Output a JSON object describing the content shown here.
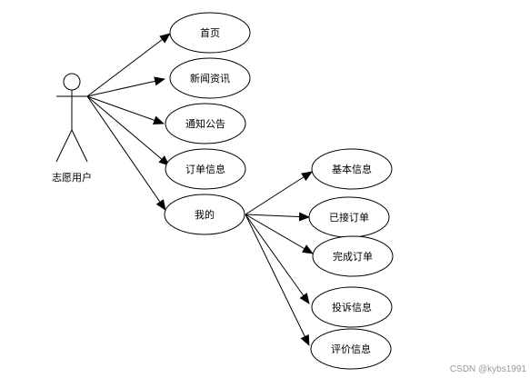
{
  "actor": {
    "label": "志愿用户"
  },
  "use_cases": [
    {
      "id": "uc-home",
      "label": "首页"
    },
    {
      "id": "uc-news",
      "label": "新闻资讯"
    },
    {
      "id": "uc-notice",
      "label": "通知公告"
    },
    {
      "id": "uc-order",
      "label": "订单信息"
    },
    {
      "id": "uc-mine",
      "label": "我的"
    },
    {
      "id": "uc-basic",
      "label": "基本信息"
    },
    {
      "id": "uc-accepted",
      "label": "已接订单"
    },
    {
      "id": "uc-done",
      "label": "完成订单"
    },
    {
      "id": "uc-complaint",
      "label": "投诉信息"
    },
    {
      "id": "uc-review",
      "label": "评价信息"
    }
  ],
  "watermark": "CSDN @kybs1991"
}
